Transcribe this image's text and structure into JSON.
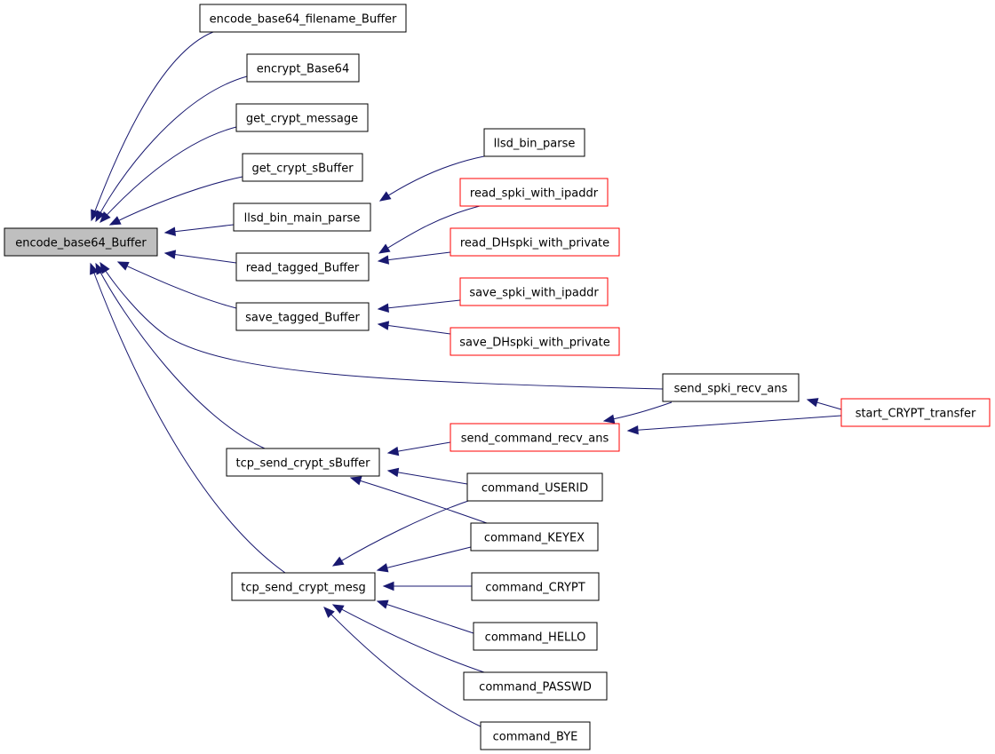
{
  "colors": {
    "edge": "#191970",
    "root_fill": "#bfbfbf",
    "node_fill": "#ffffff",
    "node_border": "#000000",
    "truncated_border": "#ff0000"
  },
  "nodes": [
    {
      "id": "encode_base64_Buffer",
      "label": "encode_base64_Buffer",
      "style": "root"
    },
    {
      "id": "encode_base64_filename_Buffer",
      "label": "encode_base64_filename_Buffer",
      "style": "normal"
    },
    {
      "id": "encrypt_Base64",
      "label": "encrypt_Base64",
      "style": "normal"
    },
    {
      "id": "get_crypt_message",
      "label": "get_crypt_message",
      "style": "normal"
    },
    {
      "id": "get_crypt_sBuffer",
      "label": "get_crypt_sBuffer",
      "style": "normal"
    },
    {
      "id": "llsd_bin_main_parse",
      "label": "llsd_bin_main_parse",
      "style": "normal"
    },
    {
      "id": "read_tagged_Buffer",
      "label": "read_tagged_Buffer",
      "style": "normal"
    },
    {
      "id": "save_tagged_Buffer",
      "label": "save_tagged_Buffer",
      "style": "normal"
    },
    {
      "id": "tcp_send_crypt_sBuffer",
      "label": "tcp_send_crypt_sBuffer",
      "style": "normal"
    },
    {
      "id": "tcp_send_crypt_mesg",
      "label": "tcp_send_crypt_mesg",
      "style": "normal"
    },
    {
      "id": "llsd_bin_parse",
      "label": "llsd_bin_parse",
      "style": "normal"
    },
    {
      "id": "read_spki_with_ipaddr",
      "label": "read_spki_with_ipaddr",
      "style": "truncated"
    },
    {
      "id": "read_DHspki_with_private",
      "label": "read_DHspki_with_private",
      "style": "truncated"
    },
    {
      "id": "save_spki_with_ipaddr",
      "label": "save_spki_with_ipaddr",
      "style": "truncated"
    },
    {
      "id": "save_DHspki_with_private",
      "label": "save_DHspki_with_private",
      "style": "truncated"
    },
    {
      "id": "send_spki_recv_ans",
      "label": "send_spki_recv_ans",
      "style": "normal"
    },
    {
      "id": "send_command_recv_ans",
      "label": "send_command_recv_ans",
      "style": "truncated"
    },
    {
      "id": "start_CRYPT_transfer",
      "label": "start_CRYPT_transfer",
      "style": "truncated"
    },
    {
      "id": "command_USERID",
      "label": "command_USERID",
      "style": "normal"
    },
    {
      "id": "command_KEYEX",
      "label": "command_KEYEX",
      "style": "normal"
    },
    {
      "id": "command_CRYPT",
      "label": "command_CRYPT",
      "style": "normal"
    },
    {
      "id": "command_HELLO",
      "label": "command_HELLO",
      "style": "normal"
    },
    {
      "id": "command_PASSWD",
      "label": "command_PASSWD",
      "style": "normal"
    },
    {
      "id": "command_BYE",
      "label": "command_BYE",
      "style": "normal"
    }
  ],
  "edges": [
    {
      "from": "encode_base64_filename_Buffer",
      "to": "encode_base64_Buffer"
    },
    {
      "from": "encrypt_Base64",
      "to": "encode_base64_Buffer"
    },
    {
      "from": "get_crypt_message",
      "to": "encode_base64_Buffer"
    },
    {
      "from": "get_crypt_sBuffer",
      "to": "encode_base64_Buffer"
    },
    {
      "from": "llsd_bin_main_parse",
      "to": "encode_base64_Buffer"
    },
    {
      "from": "read_tagged_Buffer",
      "to": "encode_base64_Buffer"
    },
    {
      "from": "save_tagged_Buffer",
      "to": "encode_base64_Buffer"
    },
    {
      "from": "send_spki_recv_ans",
      "to": "encode_base64_Buffer"
    },
    {
      "from": "tcp_send_crypt_sBuffer",
      "to": "encode_base64_Buffer"
    },
    {
      "from": "tcp_send_crypt_mesg",
      "to": "encode_base64_Buffer"
    },
    {
      "from": "llsd_bin_parse",
      "to": "llsd_bin_main_parse"
    },
    {
      "from": "read_spki_with_ipaddr",
      "to": "read_tagged_Buffer"
    },
    {
      "from": "read_DHspki_with_private",
      "to": "read_tagged_Buffer"
    },
    {
      "from": "save_spki_with_ipaddr",
      "to": "save_tagged_Buffer"
    },
    {
      "from": "save_DHspki_with_private",
      "to": "save_tagged_Buffer"
    },
    {
      "from": "start_CRYPT_transfer",
      "to": "send_spki_recv_ans"
    },
    {
      "from": "send_spki_recv_ans",
      "to": "send_command_recv_ans"
    },
    {
      "from": "start_CRYPT_transfer",
      "to": "send_command_recv_ans"
    },
    {
      "from": "send_command_recv_ans",
      "to": "tcp_send_crypt_sBuffer"
    },
    {
      "from": "command_USERID",
      "to": "tcp_send_crypt_sBuffer"
    },
    {
      "from": "command_KEYEX",
      "to": "tcp_send_crypt_sBuffer"
    },
    {
      "from": "command_USERID",
      "to": "tcp_send_crypt_mesg"
    },
    {
      "from": "command_KEYEX",
      "to": "tcp_send_crypt_mesg"
    },
    {
      "from": "command_CRYPT",
      "to": "tcp_send_crypt_mesg"
    },
    {
      "from": "command_HELLO",
      "to": "tcp_send_crypt_mesg"
    },
    {
      "from": "command_PASSWD",
      "to": "tcp_send_crypt_mesg"
    },
    {
      "from": "command_BYE",
      "to": "tcp_send_crypt_mesg"
    }
  ]
}
